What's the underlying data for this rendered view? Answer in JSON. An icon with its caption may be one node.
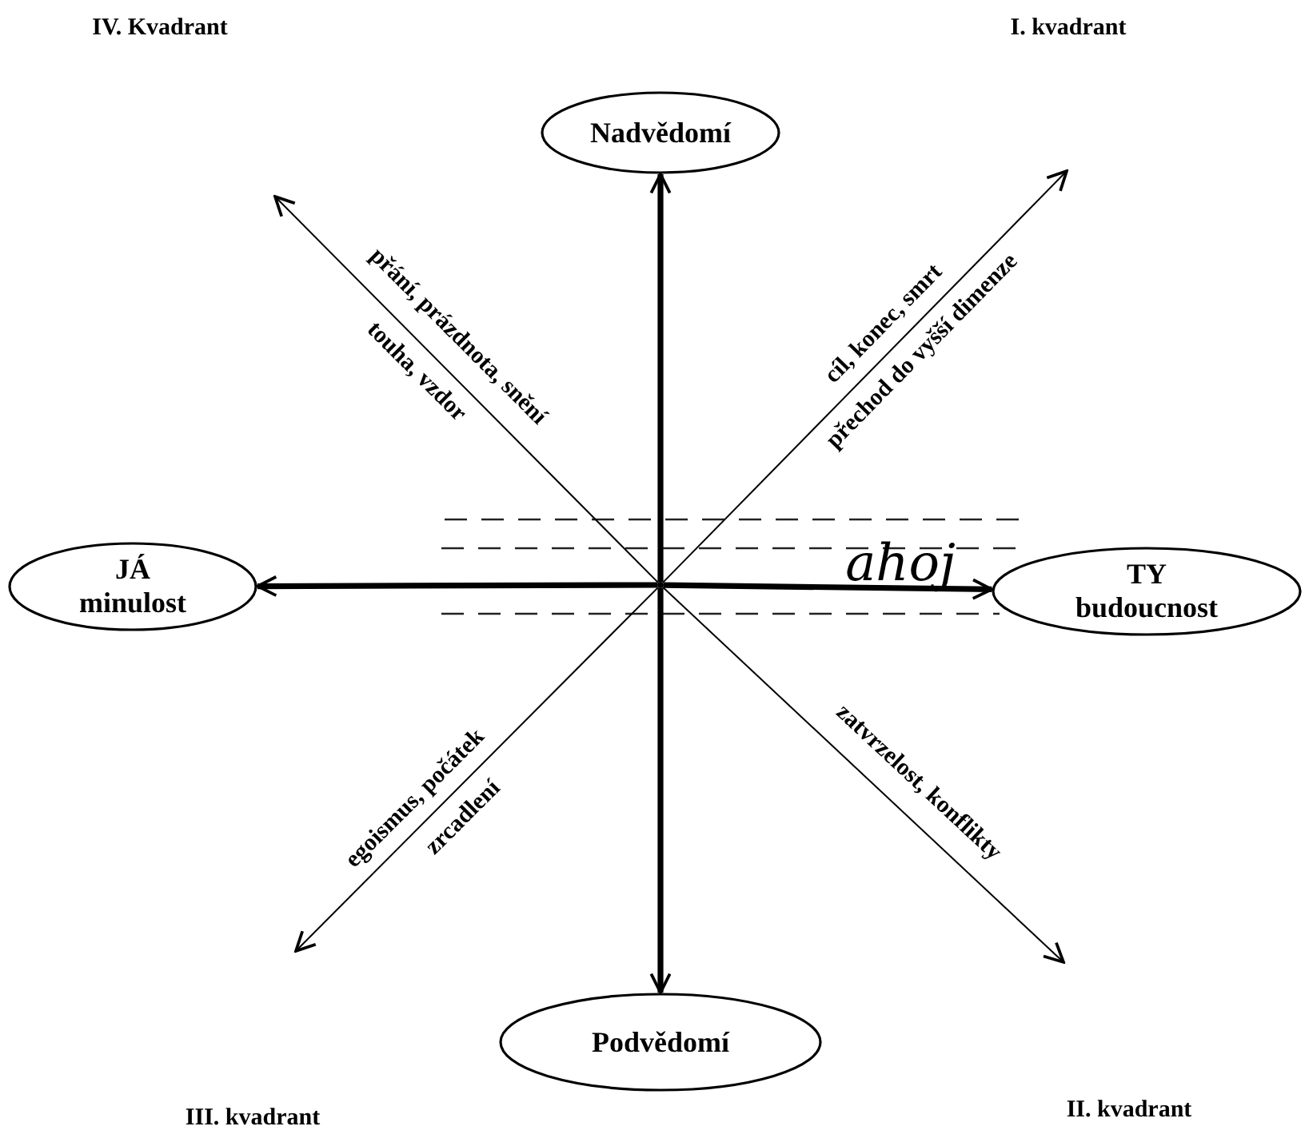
{
  "diagram": {
    "nodes": [
      {
        "text": [
          "Nadvědomí"
        ]
      },
      {
        "text": [
          "JÁ",
          "minulost"
        ]
      },
      {
        "text": [],
        "shape": "dot"
      },
      {
        "text": [
          "TY",
          "budoucnost"
        ]
      },
      {
        "text": [
          "Podvědomí"
        ]
      }
    ],
    "edges": [
      {
        "from": 2,
        "to": 0,
        "arrow": "to",
        "style": "thick"
      },
      {
        "from": 2,
        "to": 4,
        "arrow": "to",
        "style": "thick"
      },
      {
        "from": 2,
        "to": 1,
        "arrow": "to",
        "style": "thick"
      },
      {
        "from": 2,
        "to": 3,
        "arrow": "to",
        "style": "thick"
      },
      {
        "from": 2,
        "to": null,
        "arrow": "to",
        "label": "přání, prázdnota, snění"
      },
      {
        "from": 2,
        "to": null,
        "arrow": "to",
        "label": "cíl, konec, smrt"
      },
      {
        "from": 2,
        "to": null,
        "arrow": "to",
        "label": "egoismus, počátek"
      },
      {
        "from": 2,
        "to": null,
        "arrow": "to",
        "label": "zatvrzelost, konflikty"
      }
    ],
    "labels": [
      "IV. Kvadrant",
      "I. kvadrant",
      "touha, vzdor",
      "přechod do vyšší dimenze",
      "ahoj",
      "zrcadlení",
      "III. kvadrant",
      "II. kvadrant"
    ]
  }
}
